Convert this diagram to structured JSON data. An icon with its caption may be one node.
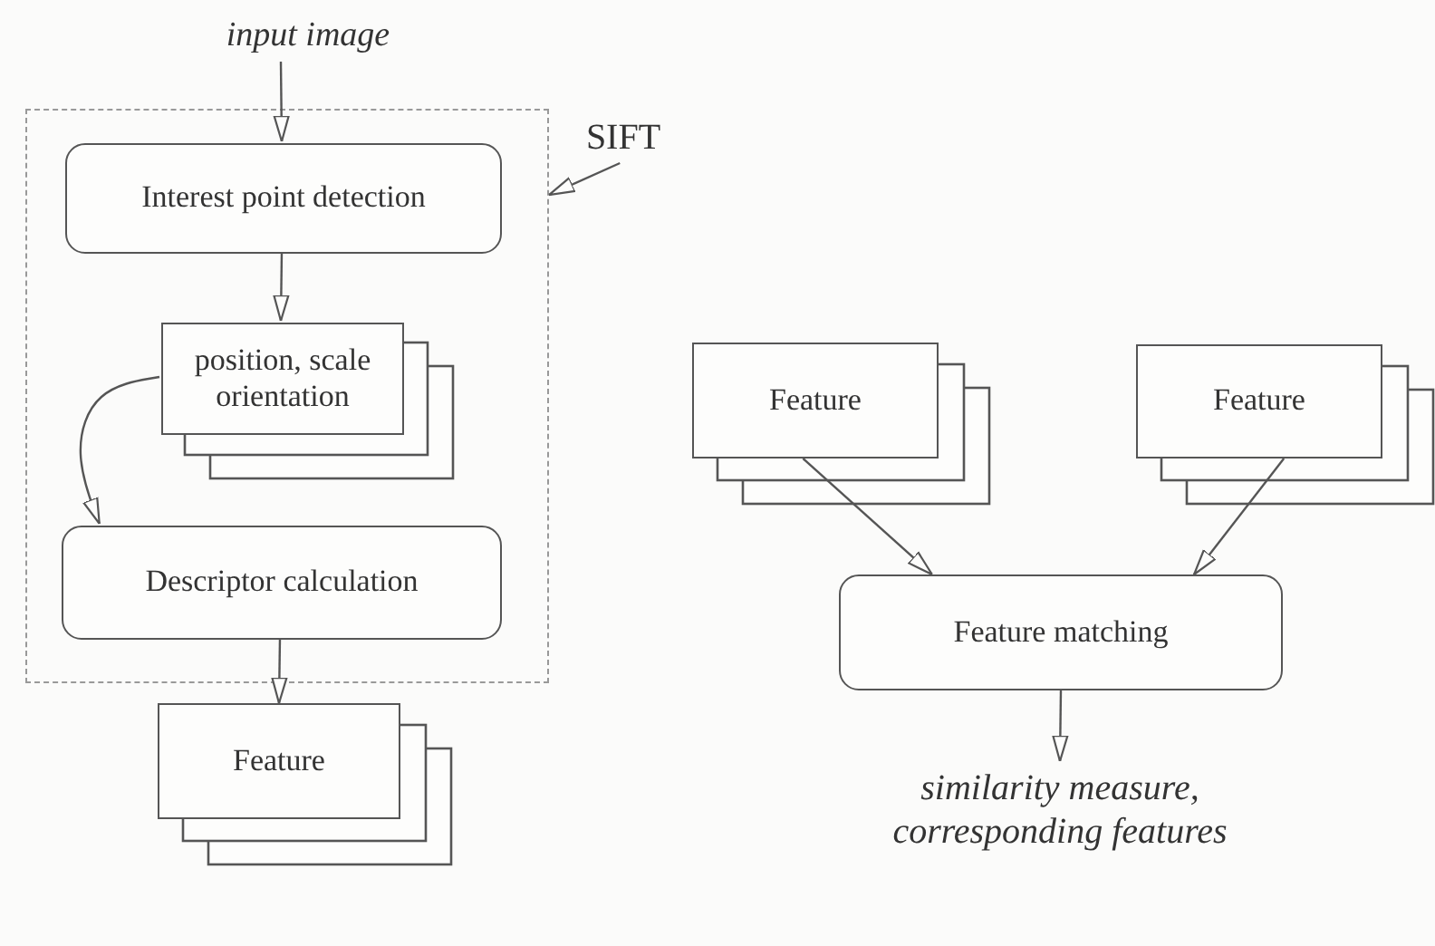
{
  "diagram": {
    "nodes": [
      {
        "text": [
          "input image"
        ]
      },
      {
        "text": [],
        "shape": "box"
      },
      {
        "text": [
          "Interest point detection"
        ],
        "in": 1
      },
      {
        "text": [
          "position, scale orientation"
        ],
        "in": 1
      },
      {
        "text": [
          "Descriptor calculation"
        ],
        "in": 1
      },
      {
        "text": [
          "SIFT"
        ]
      },
      {
        "text": [
          "Feature"
        ]
      },
      {
        "text": [
          "Feature"
        ]
      },
      {
        "text": [
          "Feature"
        ]
      },
      {
        "text": [
          "Feature matching"
        ]
      },
      {
        "text": [
          "similarity measure, corresponding features"
        ]
      }
    ],
    "edges": [
      {
        "from": 0,
        "to": 2,
        "arrow": "to"
      },
      {
        "from": 2,
        "to": 3,
        "arrow": "to"
      },
      {
        "from": 3,
        "to": 4,
        "arrow": "to"
      },
      {
        "from": 4,
        "to": 6,
        "arrow": "to"
      },
      {
        "from": 5,
        "to": 1,
        "arrow": "to"
      },
      {
        "from": 7,
        "to": 9,
        "arrow": "to"
      },
      {
        "from": 8,
        "to": 9,
        "arrow": "to"
      },
      {
        "from": 9,
        "to": 10,
        "arrow": "to"
      }
    ]
  }
}
